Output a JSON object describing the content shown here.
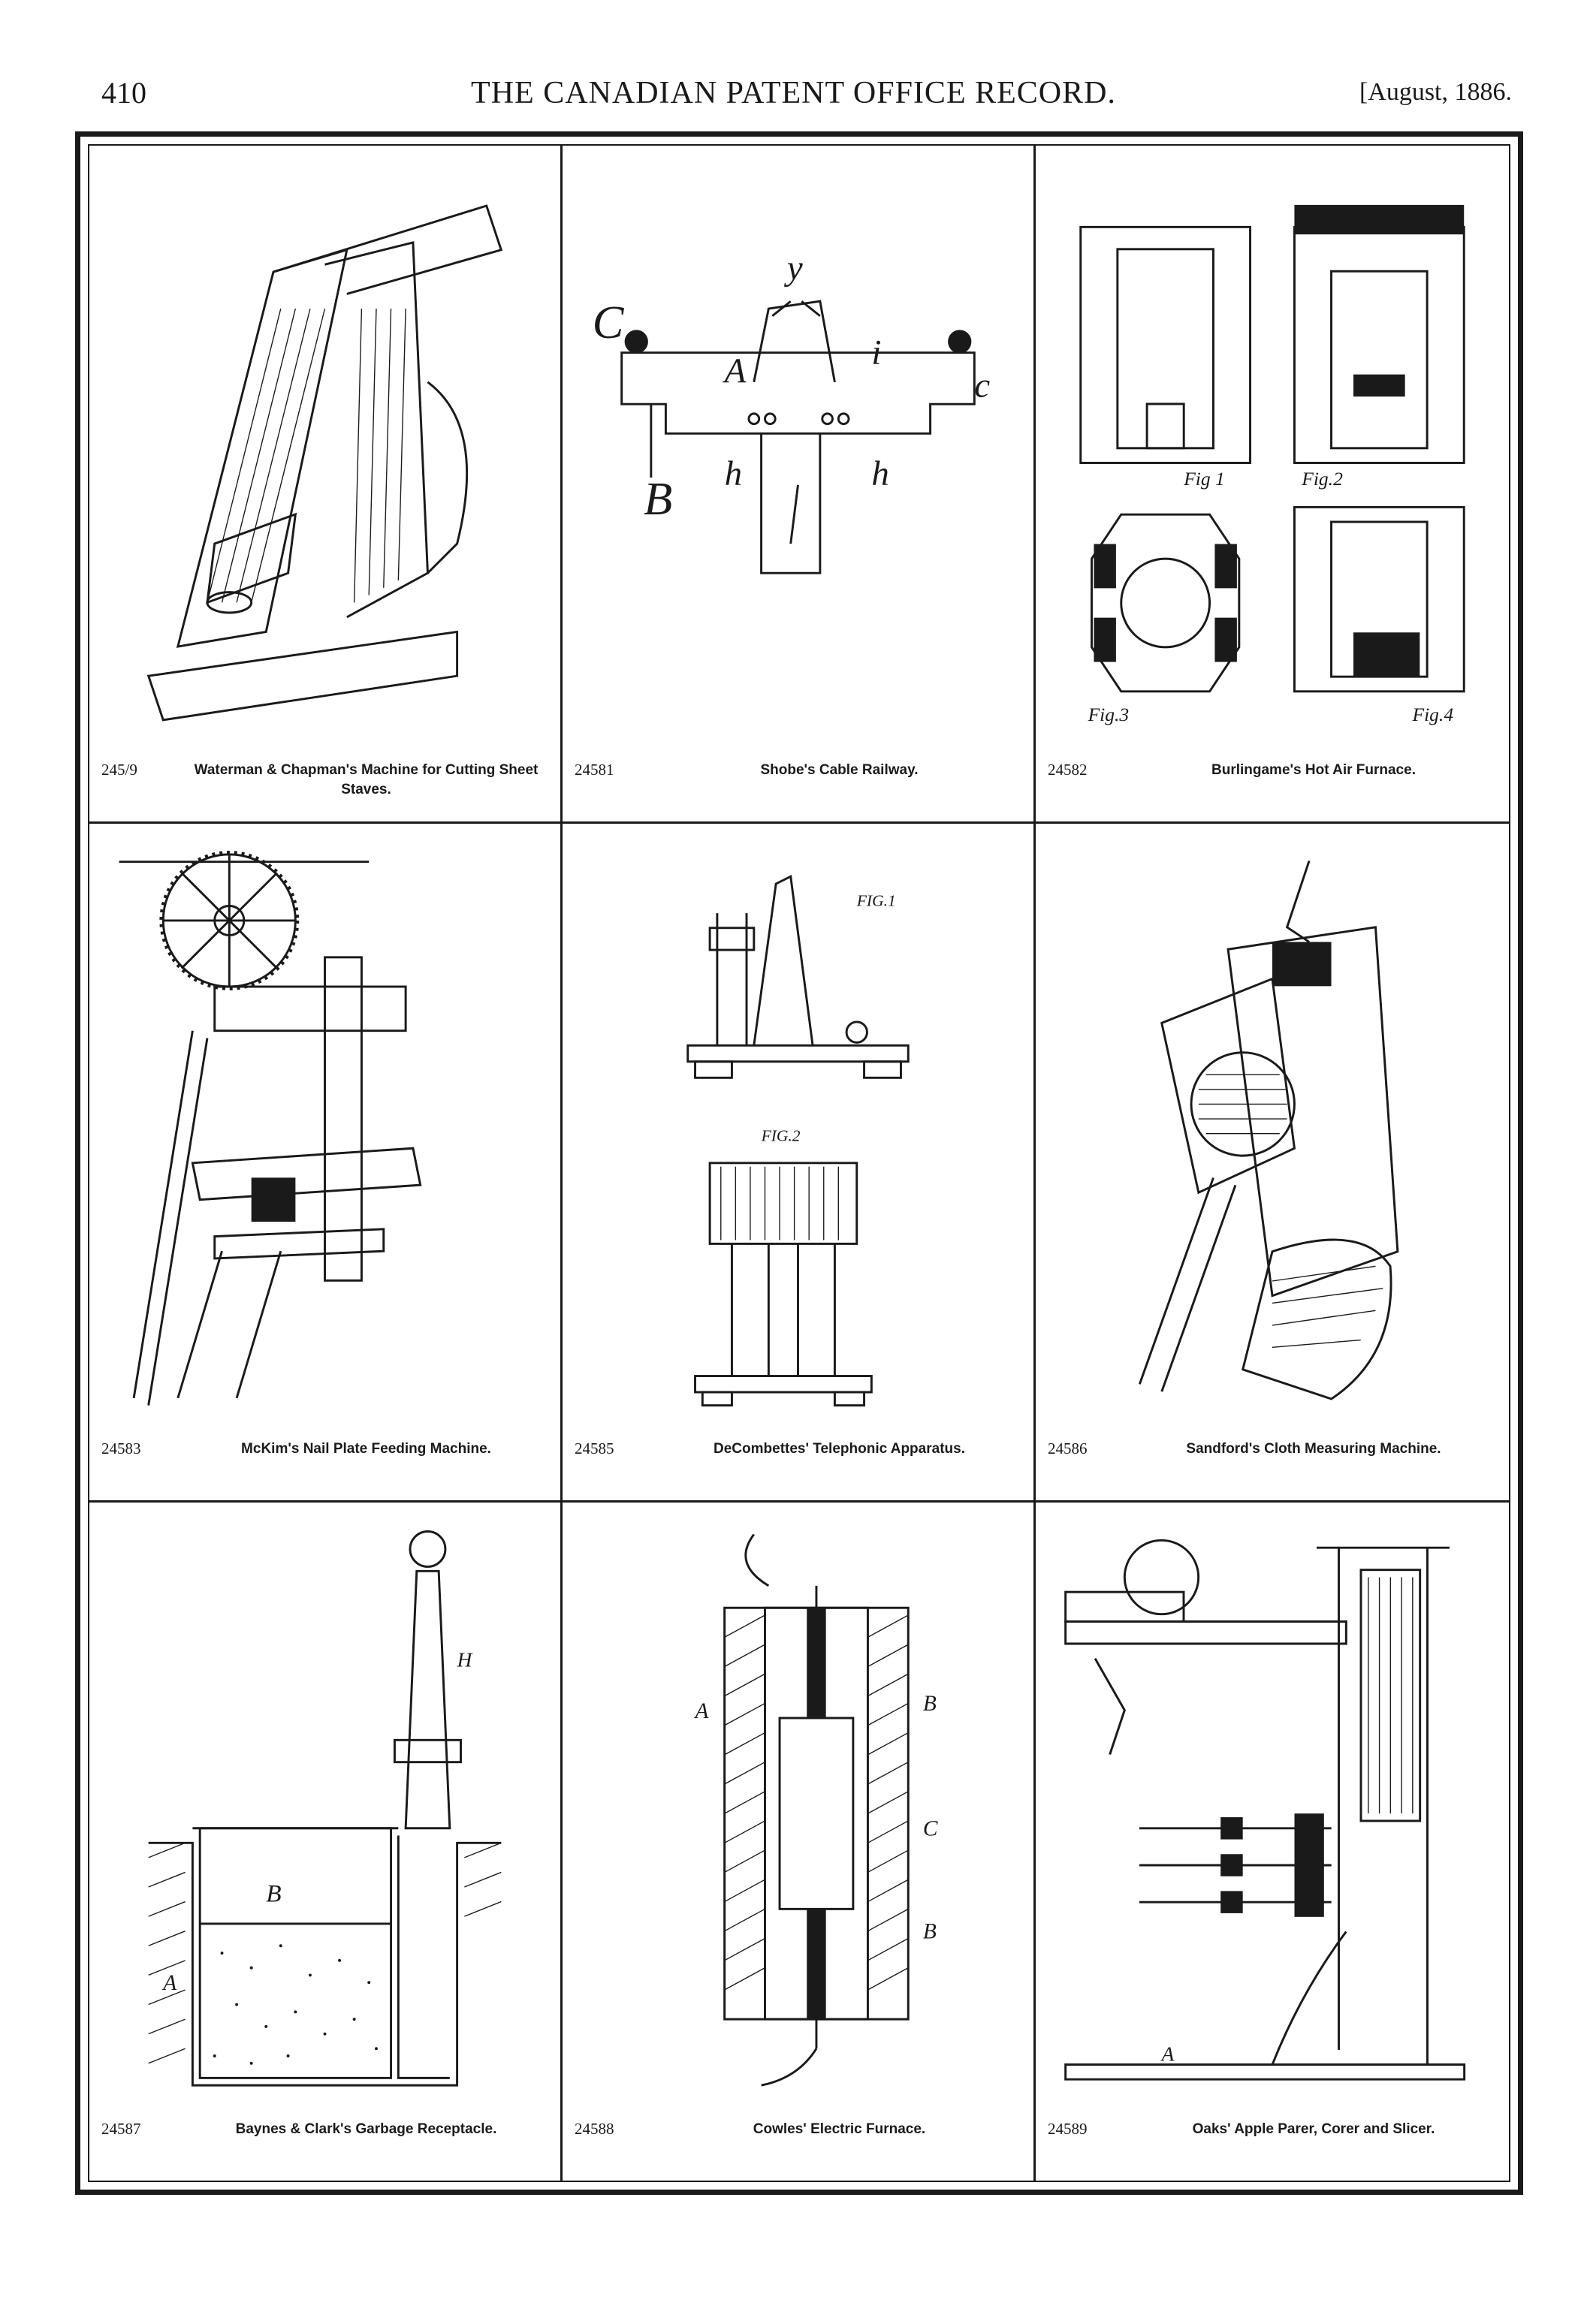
{
  "header": {
    "page_number": "410",
    "title": "THE CANADIAN PATENT OFFICE RECORD.",
    "date": "[August, 1886."
  },
  "cells": [
    {
      "number": "245/9",
      "title": "Waterman & Chapman's Machine for Cutting Sheet Staves."
    },
    {
      "number": "24581",
      "title": "Shobe's Cable Railway."
    },
    {
      "number": "24582",
      "title": "Burlingame's Hot Air Furnace."
    },
    {
      "number": "24583",
      "title": "McKim's Nail Plate Feeding Machine."
    },
    {
      "number": "24585",
      "title": "DeCombettes' Telephonic Apparatus."
    },
    {
      "number": "24586",
      "title": "Sandford's Cloth Measuring Machine."
    },
    {
      "number": "24587",
      "title": "Baynes & Clark's Garbage Receptacle."
    },
    {
      "number": "24588",
      "title": "Cowles' Electric Furnace."
    },
    {
      "number": "24589",
      "title": "Oaks' Apple Parer, Corer and Slicer."
    }
  ],
  "figure_labels": {
    "cable_railway": [
      "C",
      "y",
      "A",
      "i",
      "c",
      "B",
      "h",
      "h"
    ],
    "furnace": [
      "Fig 1",
      "Fig.2",
      "Fig.3",
      "Fig.4"
    ],
    "telephone": [
      "FIG.1",
      "FIG.2"
    ],
    "garbage": [
      "B",
      "H",
      "A"
    ],
    "electric_furnace": [
      "A",
      "B",
      "C",
      "B"
    ],
    "apple_parer": [
      "A"
    ]
  }
}
